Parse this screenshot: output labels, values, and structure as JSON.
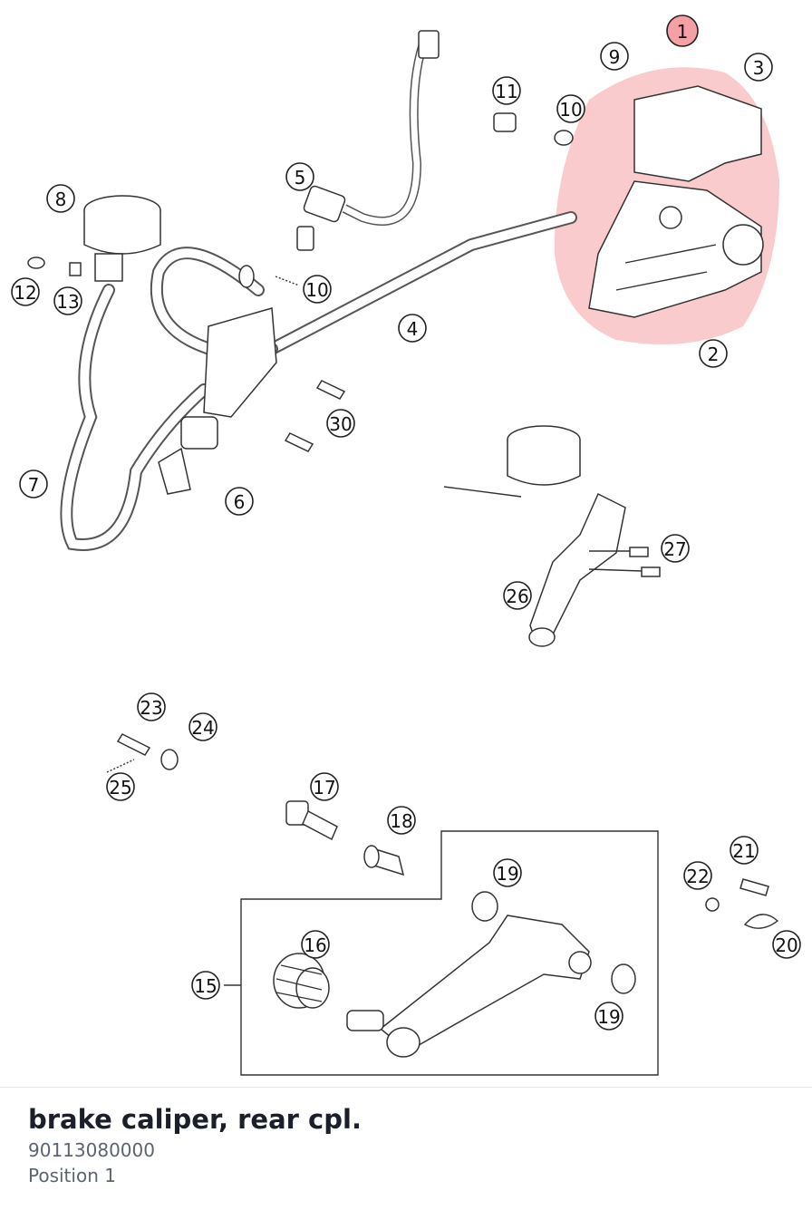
{
  "selected_part": {
    "name": "brake caliper, rear cpl.",
    "number": "90113080000",
    "position_label": "Position 1"
  },
  "highlight": {
    "color": "#f5a0a4",
    "position": "1"
  },
  "callouts": [
    "1",
    "2",
    "3",
    "4",
    "5",
    "6",
    "7",
    "8",
    "9",
    "10",
    "10",
    "11",
    "12",
    "13",
    "15",
    "16",
    "17",
    "18",
    "19",
    "19",
    "20",
    "21",
    "22",
    "23",
    "24",
    "25",
    "26",
    "27",
    "30"
  ]
}
